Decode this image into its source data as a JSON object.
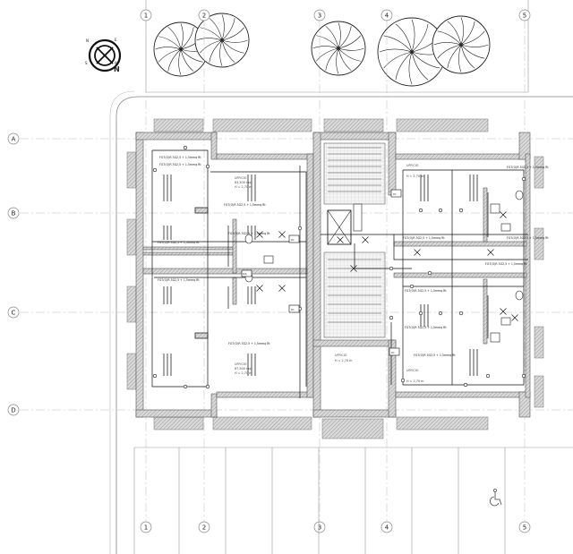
{
  "grid": {
    "columns": [
      "1",
      "2",
      "3",
      "4",
      "5"
    ],
    "rows": [
      "A",
      "B",
      "C",
      "D"
    ]
  },
  "north_label": "N",
  "compass_letters": [
    "N",
    "E",
    "S",
    "W"
  ],
  "rooms": [
    {
      "name": "UFFICIO",
      "area": "63,500 mq",
      "height": "H = 2,70 m"
    },
    {
      "name": "UFFICIO",
      "area": "",
      "height": "H = 2,70 m"
    },
    {
      "name": "UFFICIO",
      "area": "67,500 mq",
      "height": "H = 2,70 m"
    },
    {
      "name": "UFFICIO",
      "area": "",
      "height": "H = 2,70 m"
    },
    {
      "name": "UFFICIO",
      "area": "",
      "height": "H = 2,70 m"
    }
  ],
  "tags": {
    "pc": "PC",
    "lift": "ASC",
    "riser": "RIS"
  },
  "cable_labels": [
    "FG7(O)R 3G2,5 + 1,5mmq Rt",
    "FG7(O)R 3G2,5 + 1,5mmq Rt",
    "FG7(O)R 3G2,5 + 1,5mmq Rt",
    "FG7(O)R 3G2,5 + 1,5mmq Rt",
    "FG7(O)R 3G2,5 + 1,5mmq Rt",
    "FG7(O)R 3G2,5 + 1,5mmq Rt",
    "FG7(O)R 3G2,5 + 1,5mmq Rt",
    "FG7(O)R 3G2,5 + 1,5mmq Rt",
    "FG7(O)R 3G2,5 + 1,5mmq Rt",
    "FG7(O)R 3G2,5 + 1,5mmq Rt",
    "FG7(O)R 3G2,5 + 1,5mmq Rt",
    "FG7(O)R 3G2,5 + 1,5mmq Rt",
    "FG7(O)R 3G2,5 + 1,5mmq Rt",
    "FG7(O)R 3G2,5 + 1,5mmq Rt"
  ],
  "colors": {
    "wall": "#7a7a7a",
    "wall_hatch": "#bdbdbd",
    "line": "#1a1a1a",
    "grid_line": "#b0b0b0",
    "tree": "#2a2a2a"
  }
}
